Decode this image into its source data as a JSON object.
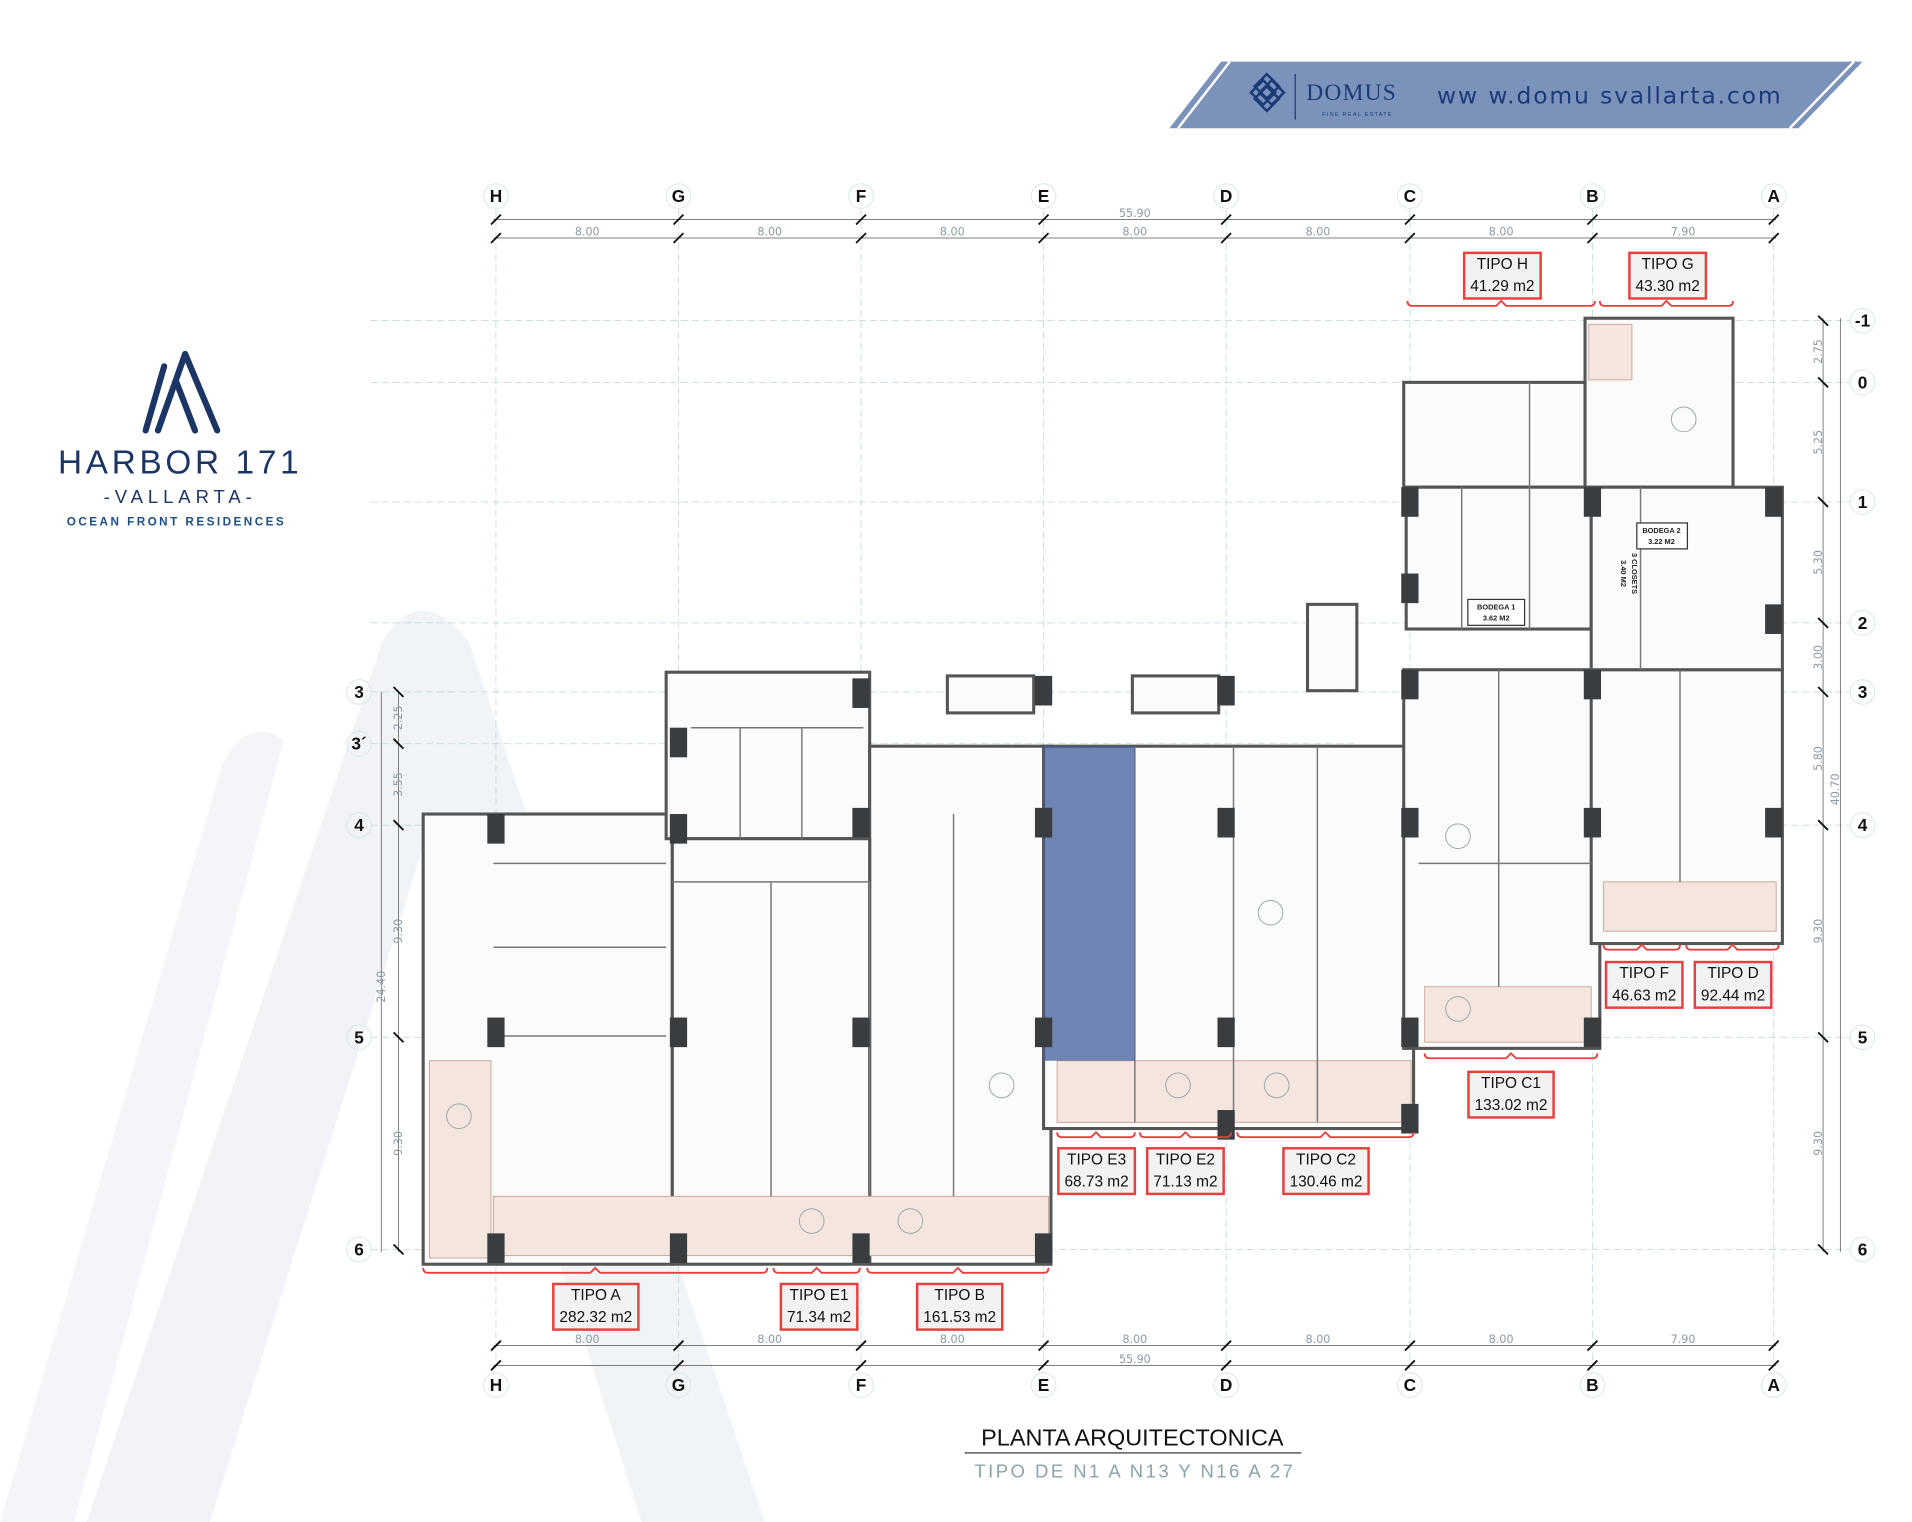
{
  "header": {
    "brand_name": "DOMUS",
    "brand_tagline": "FINE REAL ESTATE",
    "website": "ww w.domu svallarta.com",
    "banner_color": "#7b93bb"
  },
  "logo": {
    "name": "HARBOR 171",
    "city": "-VALLARTA-",
    "tagline": "OCEAN FRONT RESIDENCES",
    "color": "#1c3565"
  },
  "drawing": {
    "title": "PLANTA ARQUITECTONICA",
    "subtitle": "TIPO DE N1 A N13 Y N16 A 27",
    "highlight_color": "#3f5e9c",
    "label_border_color": "#e8403f"
  },
  "grid": {
    "columns": [
      "H",
      "G",
      "F",
      "E",
      "D",
      "C",
      "B",
      "A"
    ],
    "rows_right": [
      "-1",
      "0",
      "1",
      "2",
      "3",
      "4",
      "5",
      "6"
    ],
    "rows_left": [
      "3",
      "3´",
      "4",
      "5",
      "6"
    ]
  },
  "dimensions": {
    "top_total": "55.90",
    "top_segments": [
      "8.00",
      "8.00",
      "8.00",
      "8.00",
      "8.00",
      "8.00",
      "7.90"
    ],
    "bottom_total": "55.90",
    "bottom_segments": [
      "8.00",
      "8.00",
      "8.00",
      "8.00",
      "8.00",
      "8.00",
      "7.90"
    ],
    "right_total": "40.70",
    "right_segments": [
      "2.75",
      "5.25",
      "5.30",
      "3.00",
      "5.80",
      "9.30",
      "9.30"
    ],
    "left_total": "24.40",
    "left_segments": [
      "2.25",
      "3.55",
      "9.30",
      "9.30"
    ]
  },
  "rooms": [
    {
      "name": "BODEGA 1",
      "area": "3.62 M2"
    },
    {
      "name": "BODEGA 2",
      "area": "3.22 M2"
    },
    {
      "name": "3 CLOSETS",
      "area": "3.40 M2"
    }
  ],
  "units": [
    {
      "type": "TIPO H",
      "area": "41.29 m2"
    },
    {
      "type": "TIPO G",
      "area": "43.30 m2"
    },
    {
      "type": "TIPO F",
      "area": "46.63 m2"
    },
    {
      "type": "TIPO D",
      "area": "92.44 m2"
    },
    {
      "type": "TIPO C1",
      "area": "133.02 m2"
    },
    {
      "type": "TIPO E3",
      "area": "68.73 m2"
    },
    {
      "type": "TIPO E2",
      "area": "71.13 m2"
    },
    {
      "type": "TIPO C2",
      "area": "130.46 m2"
    },
    {
      "type": "TIPO A",
      "area": "282.32 m2"
    },
    {
      "type": "TIPO E1",
      "area": "71.34 m2"
    },
    {
      "type": "TIPO B",
      "area": "161.53 m2"
    }
  ]
}
